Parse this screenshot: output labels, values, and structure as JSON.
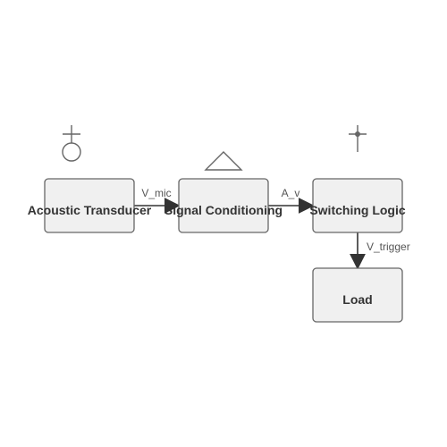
{
  "blocks": [
    {
      "id": "acoustic-transducer",
      "label": "Acoustic Transducer"
    },
    {
      "id": "signal-conditioning",
      "label": "Signal Conditioning"
    },
    {
      "id": "switching-logic",
      "label": "Switching Logic"
    },
    {
      "id": "load",
      "label": "Load"
    }
  ],
  "edges": [
    {
      "from": "acoustic-transducer",
      "to": "signal-conditioning",
      "label": "V_mic"
    },
    {
      "from": "signal-conditioning",
      "to": "switching-logic",
      "label": "A_v"
    },
    {
      "from": "switching-logic",
      "to": "load",
      "label": "V_trigger"
    }
  ],
  "symbols": {
    "acoustic-transducer": "microphone-icon",
    "signal-conditioning": "amplifier-triangle-icon",
    "switching-logic": "switch-node-icon"
  },
  "colors": {
    "box_fill": "#f0f0f0",
    "box_stroke": "#666666",
    "wire": "#333333",
    "text": "#333333",
    "edge_text": "#555555"
  }
}
